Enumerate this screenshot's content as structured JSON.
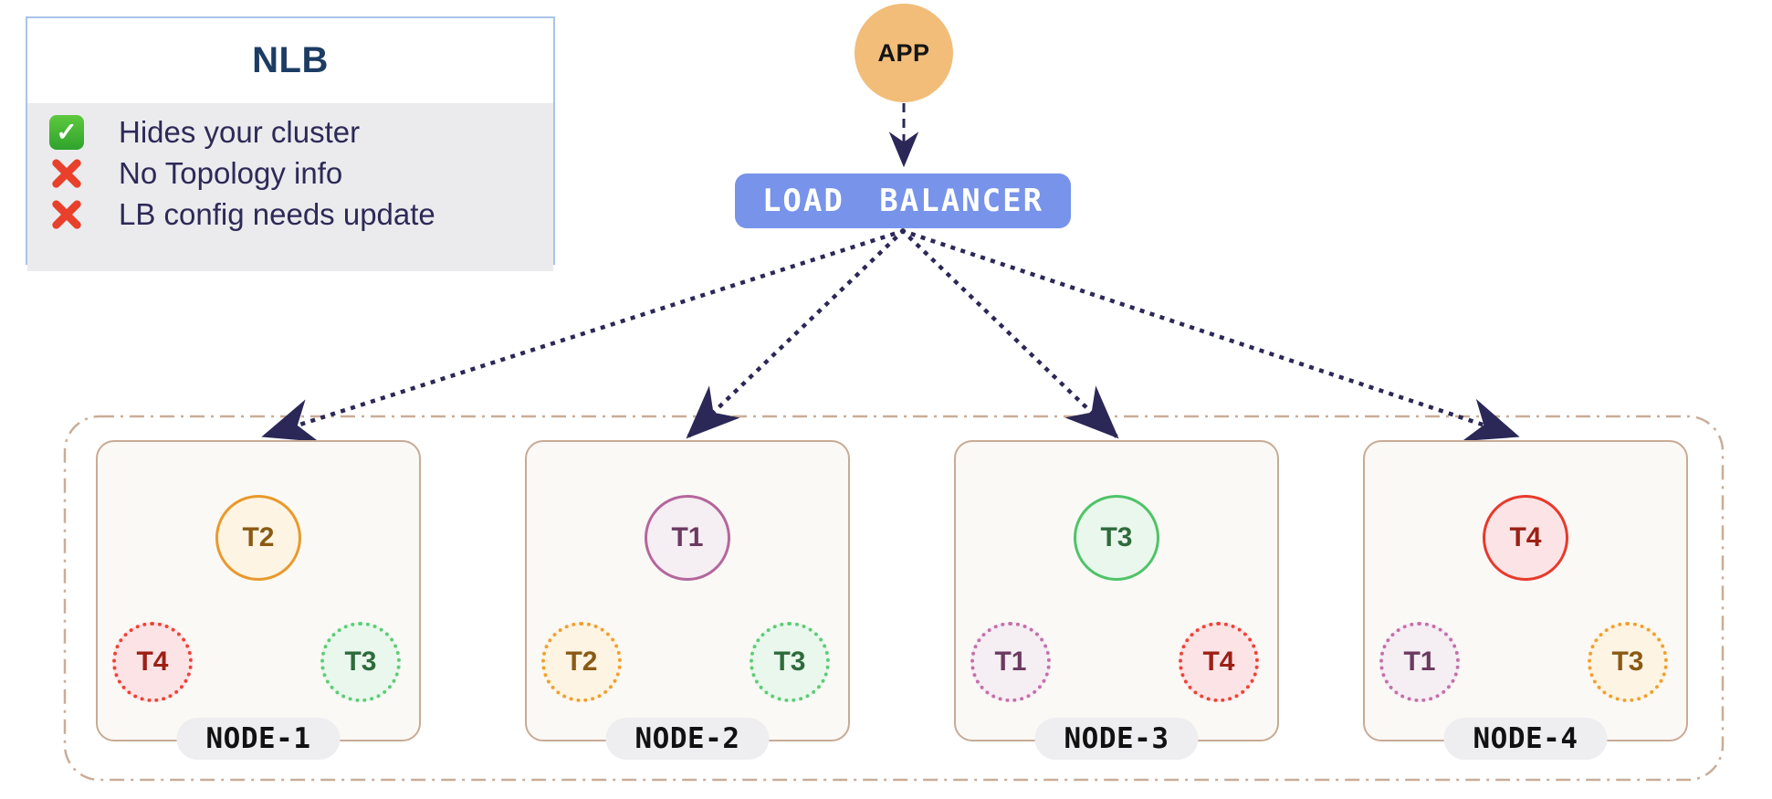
{
  "panel": {
    "title": "NLB",
    "items": [
      {
        "icon": "check-icon",
        "text": "Hides your cluster"
      },
      {
        "icon": "cross-icon",
        "text": "No Topology info"
      },
      {
        "icon": "cross-icon",
        "text": "LB config needs update"
      }
    ]
  },
  "app": {
    "label": "APP"
  },
  "load_balancer": {
    "label": "LOAD BALANCER"
  },
  "cluster": {
    "nodes": [
      {
        "name": "NODE-1",
        "tablets": [
          {
            "label": "T2",
            "variant": "solid",
            "color": "orange"
          },
          {
            "label": "T4",
            "variant": "dotted",
            "color": "red"
          },
          {
            "label": "T3",
            "variant": "dotted",
            "color": "green"
          }
        ]
      },
      {
        "name": "NODE-2",
        "tablets": [
          {
            "label": "T1",
            "variant": "solid",
            "color": "purple"
          },
          {
            "label": "T2",
            "variant": "dotted",
            "color": "orange"
          },
          {
            "label": "T3",
            "variant": "dotted",
            "color": "green"
          }
        ]
      },
      {
        "name": "NODE-3",
        "tablets": [
          {
            "label": "T3",
            "variant": "solid",
            "color": "green"
          },
          {
            "label": "T1",
            "variant": "dotted",
            "color": "purple"
          },
          {
            "label": "T4",
            "variant": "dotted",
            "color": "red"
          }
        ]
      },
      {
        "name": "NODE-4",
        "tablets": [
          {
            "label": "T4",
            "variant": "solid",
            "color": "red"
          },
          {
            "label": "T1",
            "variant": "dotted",
            "color": "purple"
          },
          {
            "label": "T3",
            "variant": "dotted",
            "color": "orange"
          }
        ]
      }
    ]
  },
  "colors": {
    "lb_fill": "#7793ea",
    "app_fill": "#f1bd79",
    "arrow_navy": "#2b2857",
    "cluster_border": "#c9ad98",
    "node_border": "#c8ab95",
    "node_fill": "#fbf9f6",
    "panel_border": "#a9c4e9",
    "panel_body_bg": "#ebebee",
    "panel_title_color": "#1c3c63",
    "panel_item_color": "#2d2a57",
    "check_green": "#3db53b",
    "cross_red": "#e8402a",
    "tablet_orange": "#e9992b",
    "tablet_red": "#e8392b",
    "tablet_green": "#4ec468",
    "tablet_purple": "#b4679c"
  }
}
